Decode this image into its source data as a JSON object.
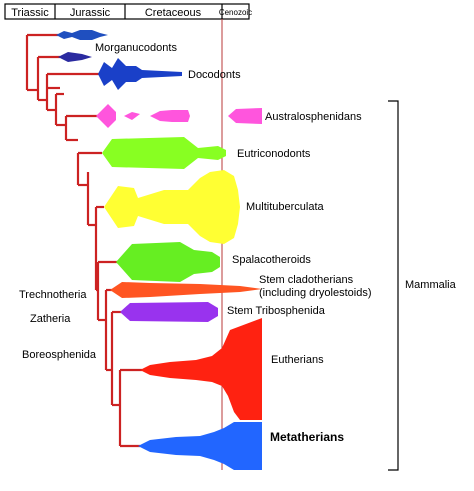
{
  "periods": {
    "triassic": "Triassic",
    "jurassic": "Jurassic",
    "cretaceous": "Cretaceous",
    "cenozoic": "Cenozoic"
  },
  "taxa": {
    "morganucodonts": "Morganucodonts",
    "docodonts": "Docodonts",
    "australosphenidans": "Australosphenidans",
    "eutriconodonts": "Eutriconodonts",
    "multituberculata": "Multituberculata",
    "spalacotheroids": "Spalacotheroids",
    "stem_cladotherians_1": "Stem cladotherians",
    "stem_cladotherians_2": "(including dryolestoids)",
    "stem_tribosphenida": "Stem Tribosphenida",
    "eutherians": "Eutherians",
    "metatherians": "Metatherians"
  },
  "nodes": {
    "trechnotheria": "Trechnotheria",
    "zatheria": "Zatheria",
    "boreosphenida": "Boreosphenida"
  },
  "group": {
    "mammalia": "Mammalia"
  },
  "colors": {
    "tree": "#cc2222",
    "boundary": "#b83a3a",
    "early_blue": "#1f4fbf",
    "morganucodonts": "#2a2aa0",
    "docodonts": "#1a40c8",
    "australosphenidans": "#ff55dd",
    "eutriconodonts": "#88ff22",
    "multituberculata": "#ffff33",
    "spalacotheroids": "#66ee22",
    "stem_cladotherians": "#ff5522",
    "stem_tribosphenida": "#9933ee",
    "eutherians": "#ff2211",
    "metatherians": "#2266ff"
  }
}
